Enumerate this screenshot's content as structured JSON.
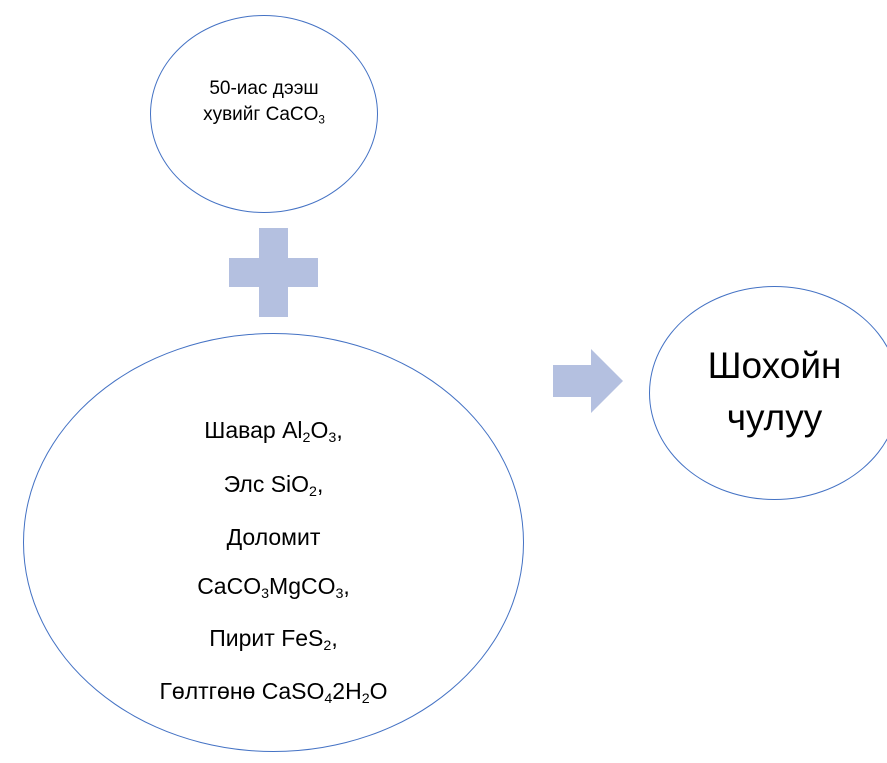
{
  "colors": {
    "ellipse_stroke": "#4472c4",
    "connector_fill": "#b4c0e0",
    "text": "#000000"
  },
  "inputs_main": {
    "line1": "50-иас дээш",
    "line2_prefix": "хувийг CaCO",
    "line2_sub": "3"
  },
  "connectors": {
    "plus": "plus-icon",
    "arrow": "arrow-right-icon"
  },
  "impurities": [
    {
      "text": "Шавар Al",
      "s1": "2",
      "t2": "O",
      "s2": "3",
      "t3": ","
    },
    {
      "text": "Элс SiO",
      "s1": "2",
      "t2": "",
      "s2": "",
      "t3": ","
    },
    {
      "text": "Доломит",
      "s1": "",
      "t2": "",
      "s2": "",
      "t3": ""
    },
    {
      "text": "CaCO",
      "s1": "3",
      "t2": "MgCO",
      "s2": "3",
      "t3": ","
    },
    {
      "text": "Пирит FeS",
      "s1": "2",
      "t2": "",
      "s2": "",
      "t3": ","
    },
    {
      "text": "Гөлтгөнө CaSO",
      "s1": "4",
      "t2": "2H",
      "s2": "2",
      "t3": "O"
    }
  ],
  "result": {
    "line1": "Шохойн",
    "line2": "чулуу"
  }
}
